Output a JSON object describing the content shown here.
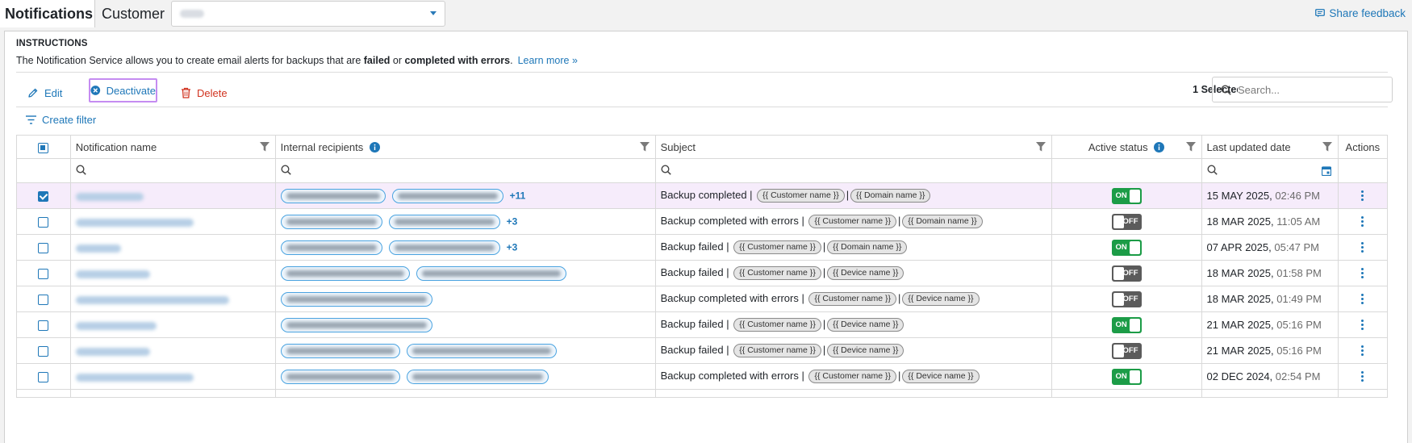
{
  "header": {
    "title": "Notifications",
    "customer_label": "Customer",
    "share_feedback": "Share feedback"
  },
  "instructions": {
    "title": "INSTRUCTIONS",
    "text_before": "The Notification Service allows you to create email alerts for backups that are ",
    "failed": "failed",
    "or": " or ",
    "completed_with_errors": "completed with errors",
    "period": ".",
    "learn_more": "Learn more »"
  },
  "toolbar": {
    "edit": "Edit",
    "deactivate": "Deactivate",
    "delete": "Delete",
    "selected": "1 Selected",
    "search_placeholder": "Search...",
    "create_filter": "Create filter"
  },
  "table": {
    "columns": {
      "name": "Notification name",
      "recipients": "Internal recipients",
      "subject": "Subject",
      "status": "Active status",
      "date": "Last updated date",
      "actions": "Actions"
    },
    "rows": [
      {
        "selected": true,
        "subject": "Backup completed",
        "token1": "{{ Customer name }}",
        "token2": "{{ Domain name }}",
        "more": "+11",
        "status": "ON",
        "active": true,
        "date": "15 MAY 2025,",
        "time": "02:46 PM"
      },
      {
        "selected": false,
        "subject": "Backup completed with errors",
        "token1": "{{ Customer name }}",
        "token2": "{{ Domain name }}",
        "more": "+3",
        "status": "OFF",
        "active": false,
        "date": "18 MAR 2025,",
        "time": "11:05 AM"
      },
      {
        "selected": false,
        "subject": "Backup failed",
        "token1": "{{ Customer name }}",
        "token2": "{{ Domain name }}",
        "more": "+3",
        "status": "ON",
        "active": true,
        "date": "07 APR 2025,",
        "time": "05:47 PM"
      },
      {
        "selected": false,
        "subject": "Backup failed",
        "token1": "{{ Customer name }}",
        "token2": "{{ Device name }}",
        "more": "",
        "status": "OFF",
        "active": false,
        "date": "18 MAR 2025,",
        "time": "01:58 PM"
      },
      {
        "selected": false,
        "subject": "Backup completed with errors",
        "token1": "{{ Customer name }}",
        "token2": "{{ Device name }}",
        "more": "",
        "status": "OFF",
        "active": false,
        "date": "18 MAR 2025,",
        "time": "01:49 PM"
      },
      {
        "selected": false,
        "subject": "Backup failed",
        "token1": "{{ Customer name }}",
        "token2": "{{ Device name }}",
        "more": "",
        "status": "ON",
        "active": true,
        "date": "21 MAR 2025,",
        "time": "05:16 PM"
      },
      {
        "selected": false,
        "subject": "Backup failed",
        "token1": "{{ Customer name }}",
        "token2": "{{ Device name }}",
        "more": "",
        "status": "OFF",
        "active": false,
        "date": "21 MAR 2025,",
        "time": "05:16 PM"
      },
      {
        "selected": false,
        "subject": "Backup completed with errors",
        "token1": "{{ Customer name }}",
        "token2": "{{ Device name }}",
        "more": "",
        "status": "ON",
        "active": true,
        "date": "02 DEC 2024,",
        "time": "02:54 PM"
      }
    ]
  },
  "colors": {
    "accent": "#1e77b8",
    "danger": "#d1331f",
    "toggle_on": "#1c9c47",
    "toggle_off": "#5b5b5b",
    "selected_row": "#f6ecfb",
    "highlight_border": "#c58cf1"
  },
  "icons": [
    "pencil-icon",
    "x-circle-icon",
    "trash-icon",
    "search-icon",
    "filter-icon",
    "funnel-icon",
    "info-icon",
    "calendar-icon",
    "kebab-icon",
    "feedback-icon",
    "chevron-down-icon"
  ]
}
